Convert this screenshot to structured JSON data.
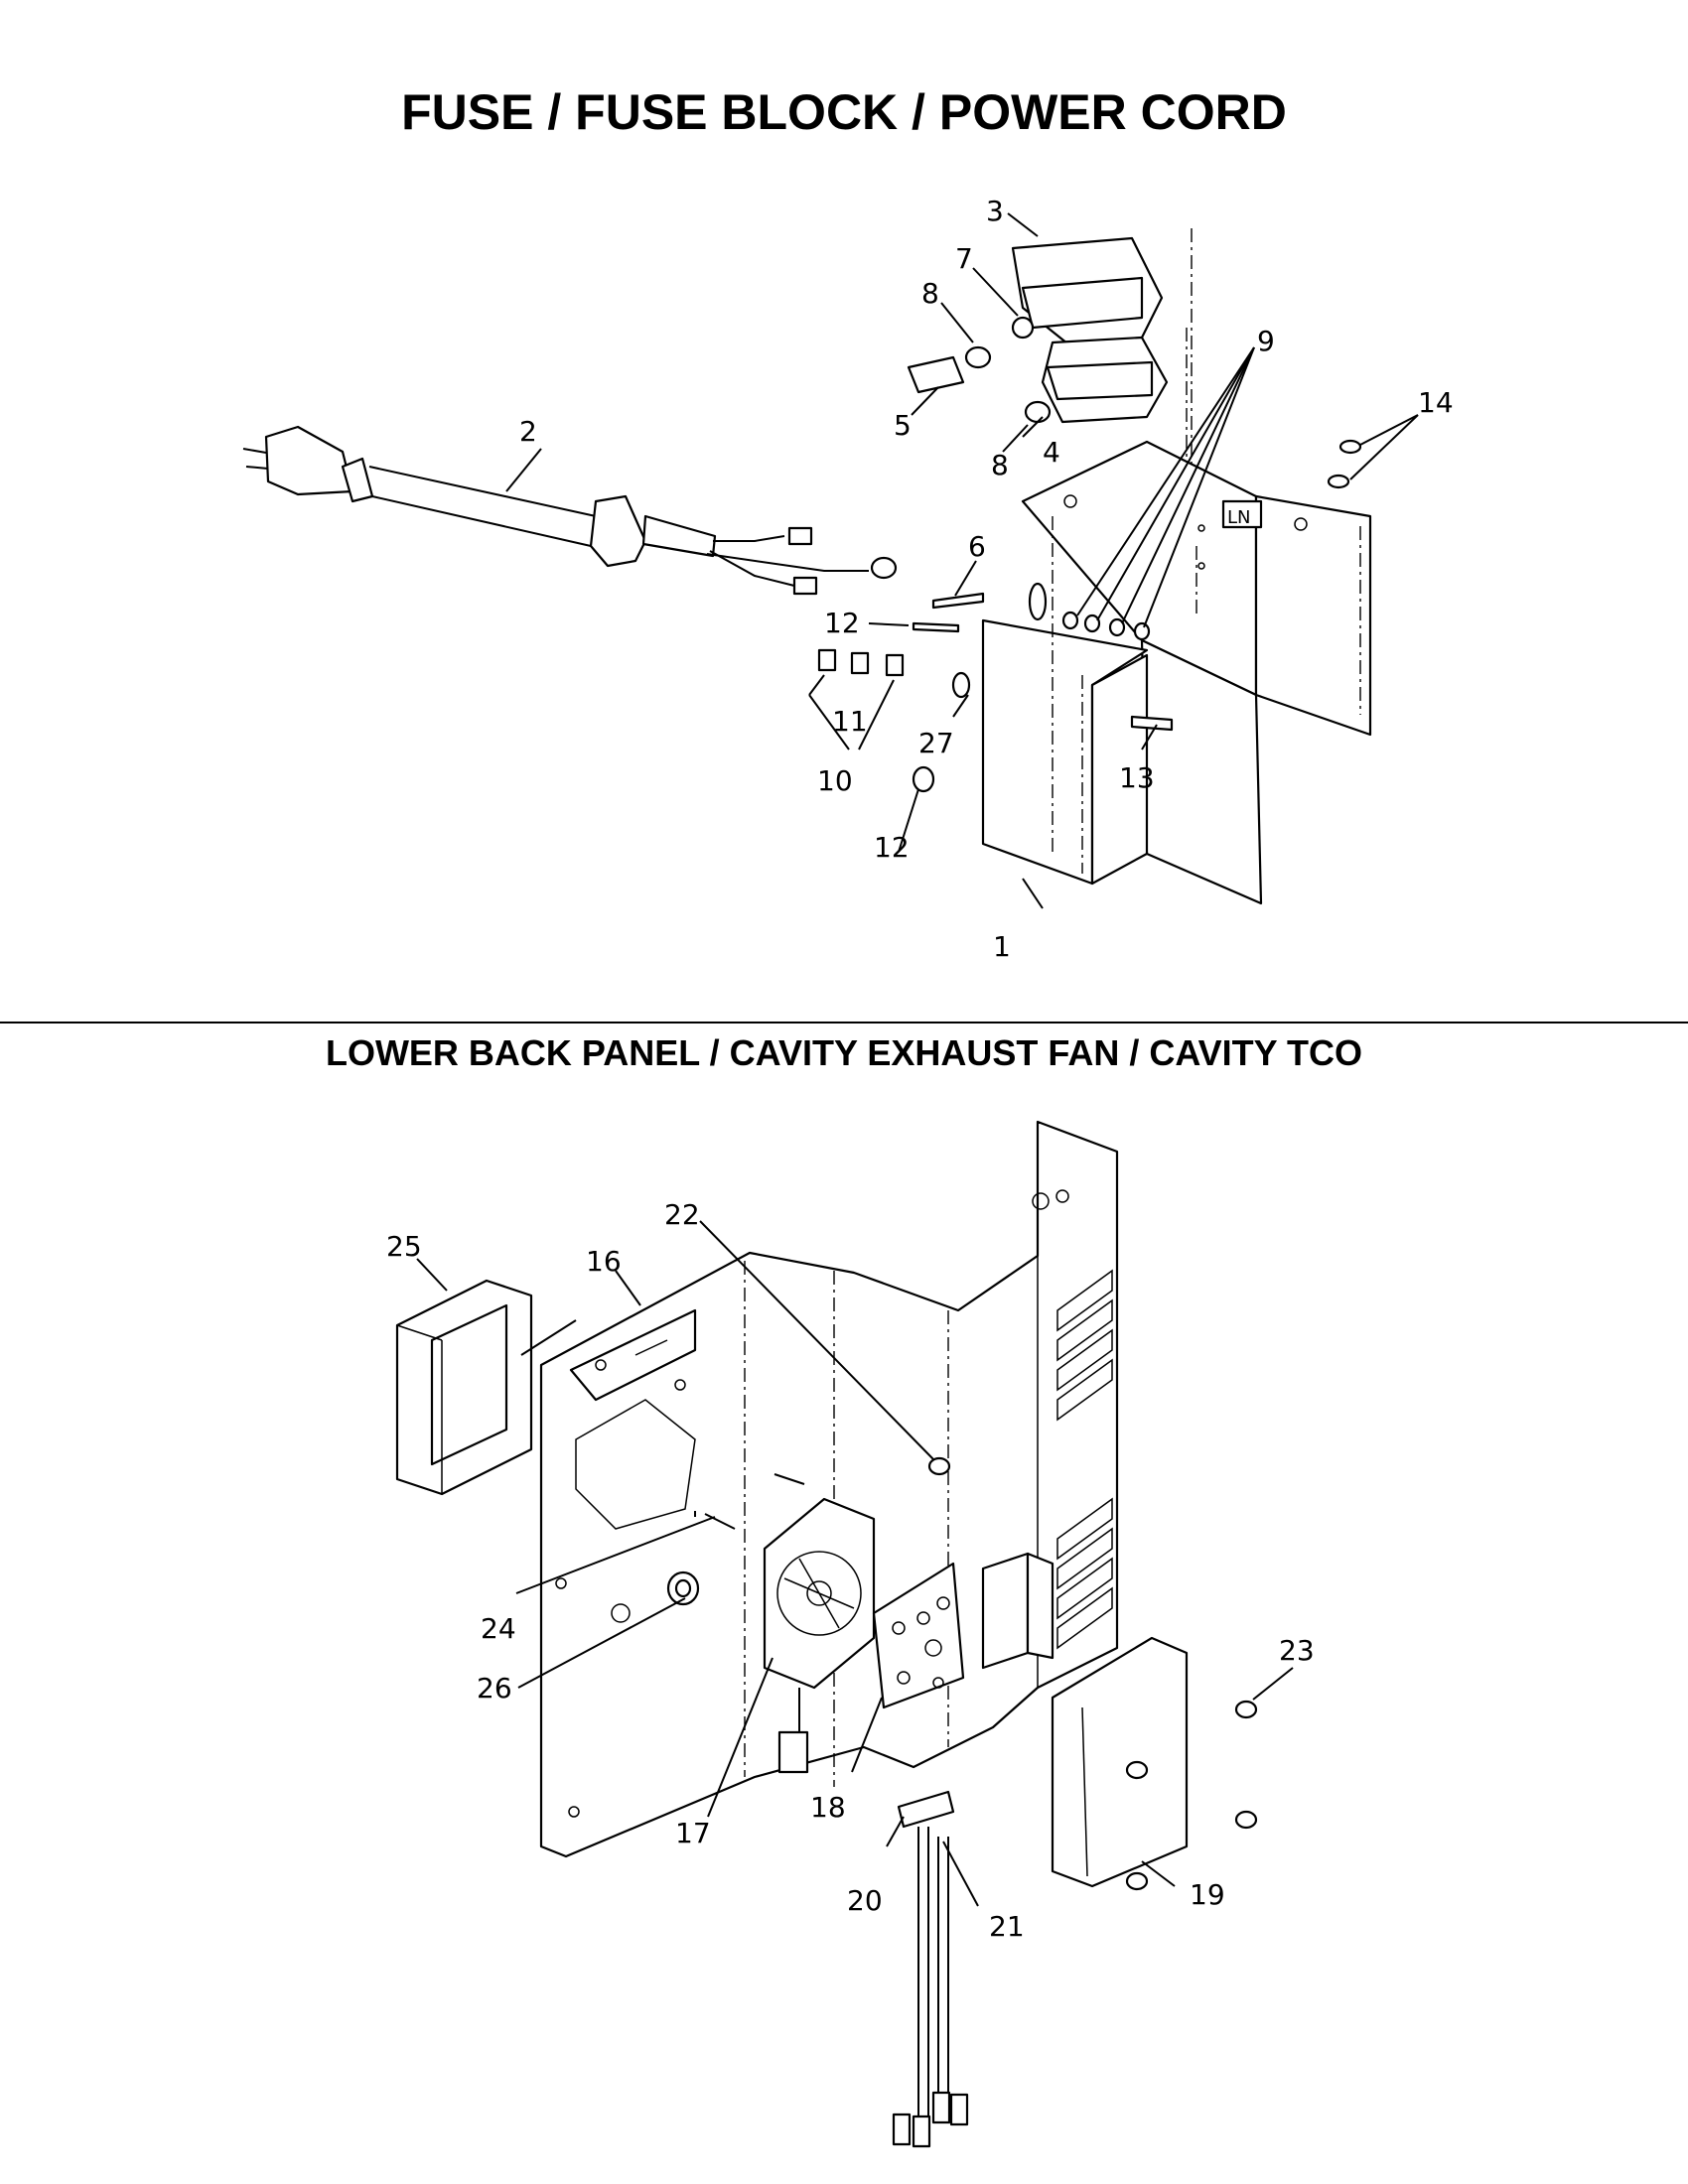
{
  "diagram": {
    "section_top": {
      "title": "FUSE / FUSE BLOCK / POWER CORD",
      "labels": {
        "l1": "1",
        "l2": "2",
        "l3": "3",
        "l4": "4",
        "l5": "5",
        "l6": "6",
        "l7": "7",
        "l8a": "8",
        "l8b": "8",
        "l9": "9",
        "l10": "10",
        "l11": "11",
        "l12a": "12",
        "l12b": "12",
        "l13": "13",
        "l14": "14",
        "l27": "27"
      },
      "marking": "LN"
    },
    "section_bottom": {
      "title": "LOWER BACK PANEL / CAVITY EXHAUST FAN / CAVITY TCO",
      "labels": {
        "l16": "16",
        "l17": "17",
        "l18": "18",
        "l19": "19",
        "l20": "20",
        "l21": "21",
        "l22": "22",
        "l23": "23",
        "l24": "24",
        "l25": "25",
        "l26": "26"
      }
    }
  }
}
